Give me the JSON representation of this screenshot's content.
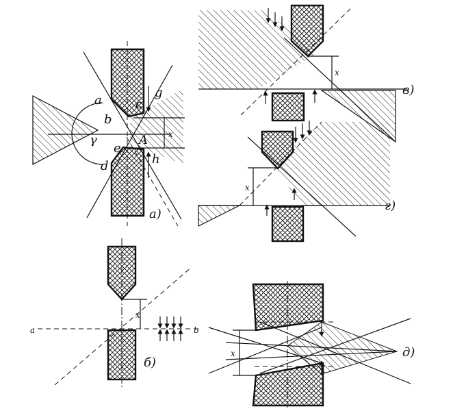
{
  "panels": {
    "a": {
      "caption": "а)",
      "points": {
        "a": "a",
        "b": "b",
        "c": "c",
        "d": "d",
        "e": "e",
        "g": "g",
        "A": "A",
        "h": "h"
      },
      "angle": "γ",
      "dim": "x"
    },
    "v": {
      "caption": "в)",
      "dim": "x"
    },
    "g": {
      "caption": "г)",
      "dim": "x"
    },
    "b": {
      "caption": "б)",
      "dim": "x",
      "axis_left": "a",
      "axis_right": "b"
    },
    "d": {
      "caption": "д)",
      "dim": "x"
    }
  },
  "colors": {
    "ink": "#111111",
    "paper": "#ffffff"
  }
}
